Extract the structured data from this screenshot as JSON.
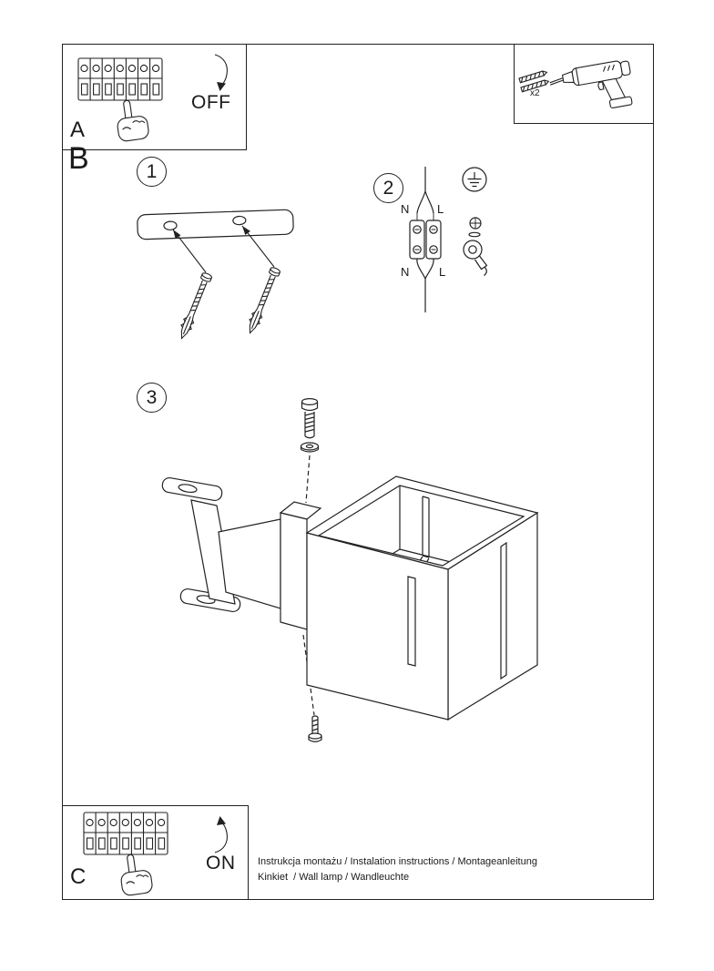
{
  "panel_a": {
    "label": "A",
    "switch_state": "OFF"
  },
  "tools_panel": {
    "anchor_count": "x2"
  },
  "section_b": {
    "label": "B"
  },
  "steps": [
    {
      "number": "1"
    },
    {
      "number": "2"
    },
    {
      "number": "3"
    }
  ],
  "wiring": {
    "n_top": "N",
    "l_top": "L",
    "n_bottom": "N",
    "l_bottom": "L"
  },
  "panel_c": {
    "label": "C",
    "switch_state": "ON"
  },
  "footer": {
    "line1": "Instrukcja montażu / Instalation instructions / Montageanleitung",
    "line2": "Kinkiet  / Wall lamp / Wandleuchte"
  },
  "colors": {
    "ink": "#222222",
    "paper": "#ffffff"
  }
}
